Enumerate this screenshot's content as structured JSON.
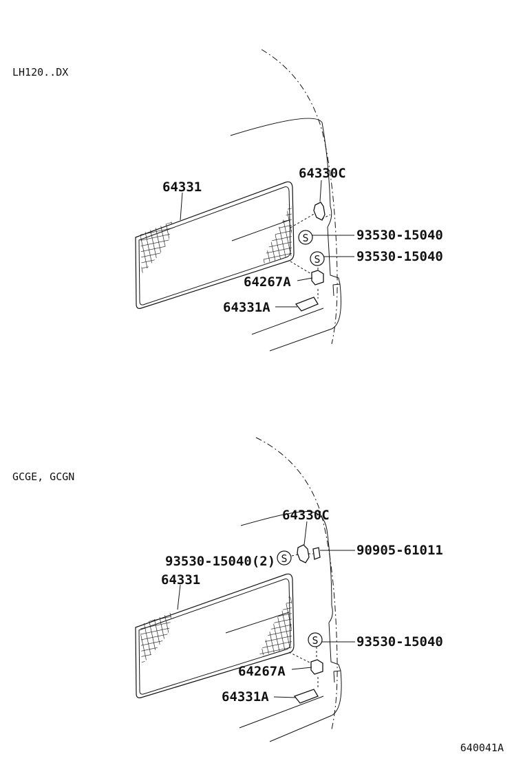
{
  "sections": {
    "top": {
      "variant": "LH120..DX",
      "labels": {
        "p64331": "64331",
        "p64330c": "64330C",
        "s1": "93530-15040",
        "s2": "93530-15040",
        "p64267a": "64267A",
        "p64331a": "64331A"
      }
    },
    "bottom": {
      "variant": "GCGE, GCGN",
      "labels": {
        "p64330c": "64330C",
        "s_left": "93530-15040(2)",
        "clip": "90905-61011",
        "p64331": "64331",
        "s_right": "93530-15040",
        "p64267a": "64267A",
        "p64331a": "64331A"
      }
    }
  },
  "s_symbol": "S",
  "figure_code": "640041A"
}
